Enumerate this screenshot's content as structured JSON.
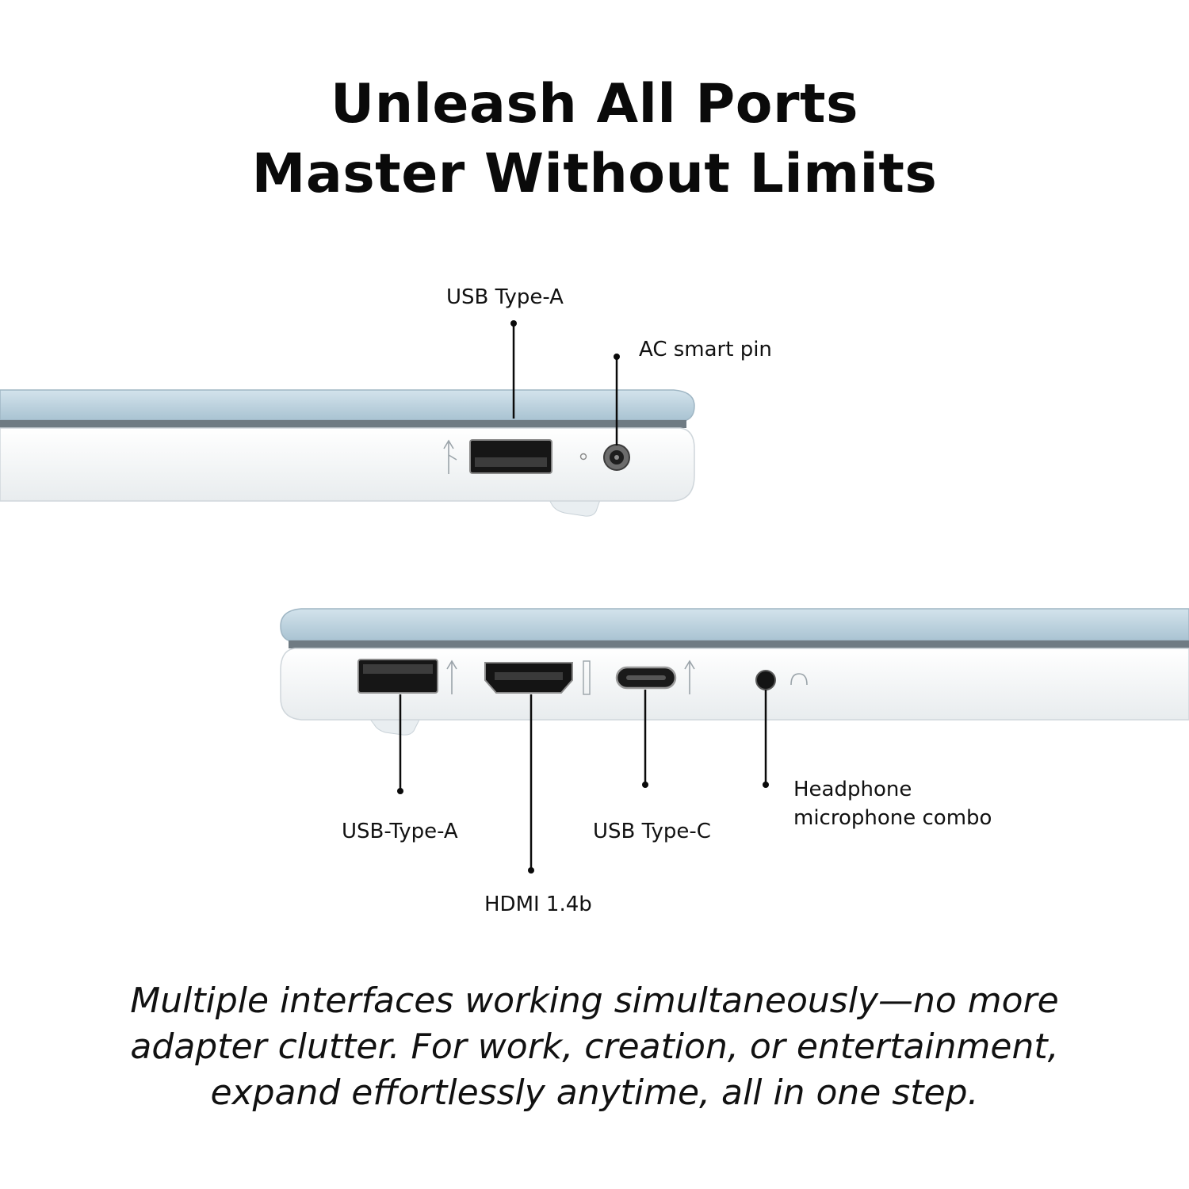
{
  "headline": {
    "line1": "Unleash All Ports",
    "line2": "Master Without Limits"
  },
  "ports_right_side": {
    "usb_a": "USB Type-A",
    "ac_pin": "AC smart pin"
  },
  "ports_left_side": {
    "usb_a": "USB-Type-A",
    "hdmi": "HDMI 1.4b",
    "usb_c": "USB Type-C",
    "audio_line1": "Headphone",
    "audio_line2": "microphone combo"
  },
  "tagline": {
    "line1": "Multiple interfaces working simultaneously—no more",
    "line2": "adapter clutter. For work, creation, or entertainment,",
    "line3": "expand effortlessly anytime, all in one step."
  },
  "colors": {
    "lid": "#bcd3e0",
    "body": "#f4f6f7",
    "ink": "#0a0a0a"
  }
}
